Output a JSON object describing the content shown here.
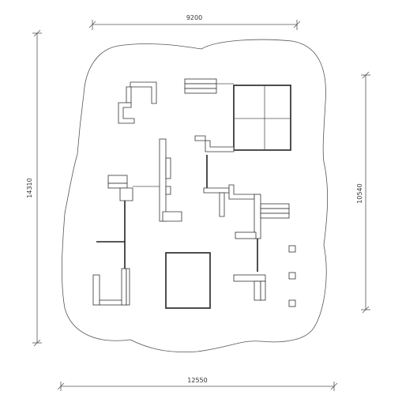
{
  "dimensions": {
    "top": "9200",
    "bottom": "12550",
    "left": "14310",
    "right": "10540"
  }
}
